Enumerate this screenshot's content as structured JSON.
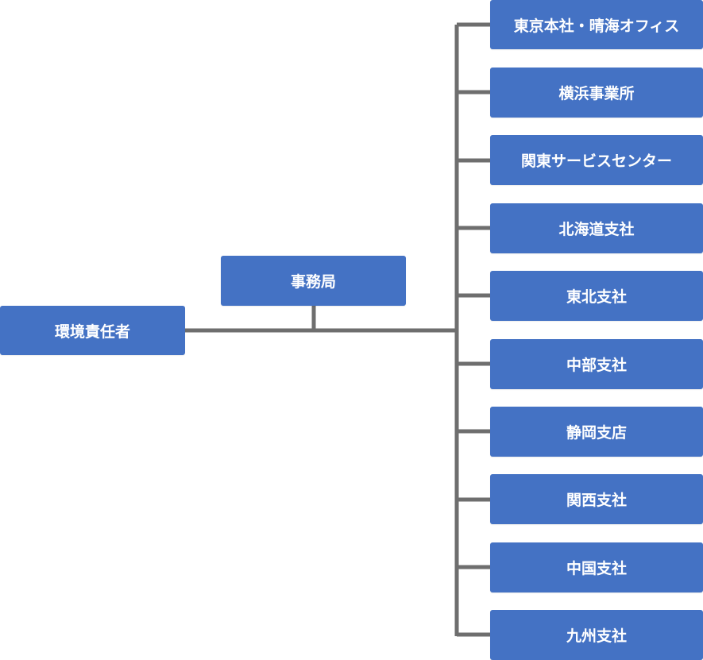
{
  "org_chart": {
    "root": {
      "label": "環境責任者"
    },
    "assistant": {
      "label": "事務局"
    },
    "branches": [
      {
        "label": "東京本社・晴海オフィス"
      },
      {
        "label": "横浜事業所"
      },
      {
        "label": "関東サービスセンター"
      },
      {
        "label": "北海道支社"
      },
      {
        "label": "東北支社"
      },
      {
        "label": "中部支社"
      },
      {
        "label": "静岡支店"
      },
      {
        "label": "関西支社"
      },
      {
        "label": "中国支社"
      },
      {
        "label": "九州支社"
      }
    ]
  },
  "colors": {
    "node_fill": "#4472c4",
    "node_text": "#ffffff",
    "connector": "#6e6e6e"
  }
}
